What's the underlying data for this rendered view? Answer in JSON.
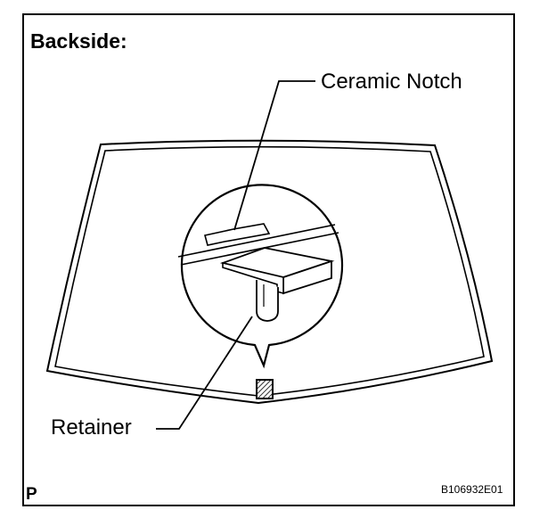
{
  "heading": "Backside:",
  "labels": {
    "ceramic_notch": "Ceramic Notch",
    "retainer": "Retainer"
  },
  "page_mark": "P",
  "figure_code": "B106932E01",
  "colors": {
    "line": "#000000",
    "background": "#ffffff"
  }
}
